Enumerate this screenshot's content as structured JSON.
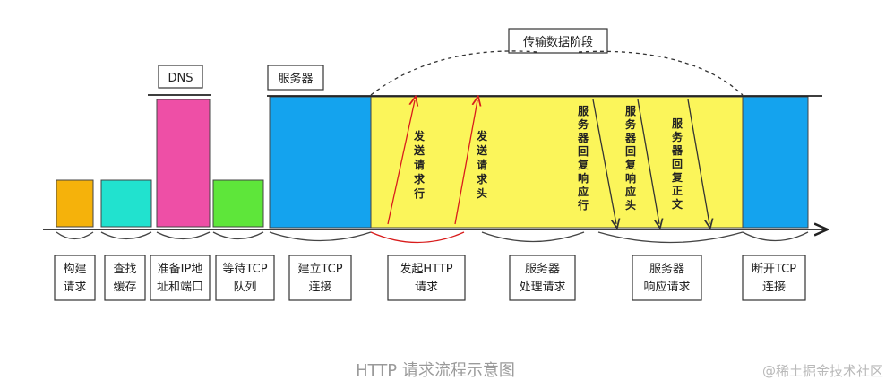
{
  "header_labels": {
    "dns": "DNS",
    "server": "服务器",
    "transfer_phase": "传输数据阶段"
  },
  "stage_labels": [
    [
      "构建",
      "请求"
    ],
    [
      "查找",
      "缓存"
    ],
    [
      "准备IP地",
      "址和端口"
    ],
    [
      "等待TCP",
      "队列"
    ],
    [
      "建立TCP",
      "连接"
    ],
    [
      "发起HTTP",
      "请求"
    ],
    [
      "服务器",
      "处理请求"
    ],
    [
      "服务器",
      "响应请求"
    ],
    [
      "断开TCP",
      "连接"
    ]
  ],
  "arrow_labels": {
    "send_request_line": "发送请求行",
    "send_request_headers": "发送请求头",
    "server_reply_line": "服务器回复响应行",
    "server_reply_headers": "服务器回复响应头",
    "server_reply_body": "服务器回复正文"
  },
  "caption": "HTTP 请求流程示意图",
  "watermark": "@稀土掘金技术社区",
  "colors": {
    "build_request": "#f5b20b",
    "cache": "#21e2cf",
    "dns": "#ee4fa6",
    "tcp_queue": "#5ee63a",
    "tcp_connect": "#14a3ee",
    "transfer": "#fbf55a",
    "send_arrow": "#d81c1c",
    "receive_arrow": "#333333"
  }
}
